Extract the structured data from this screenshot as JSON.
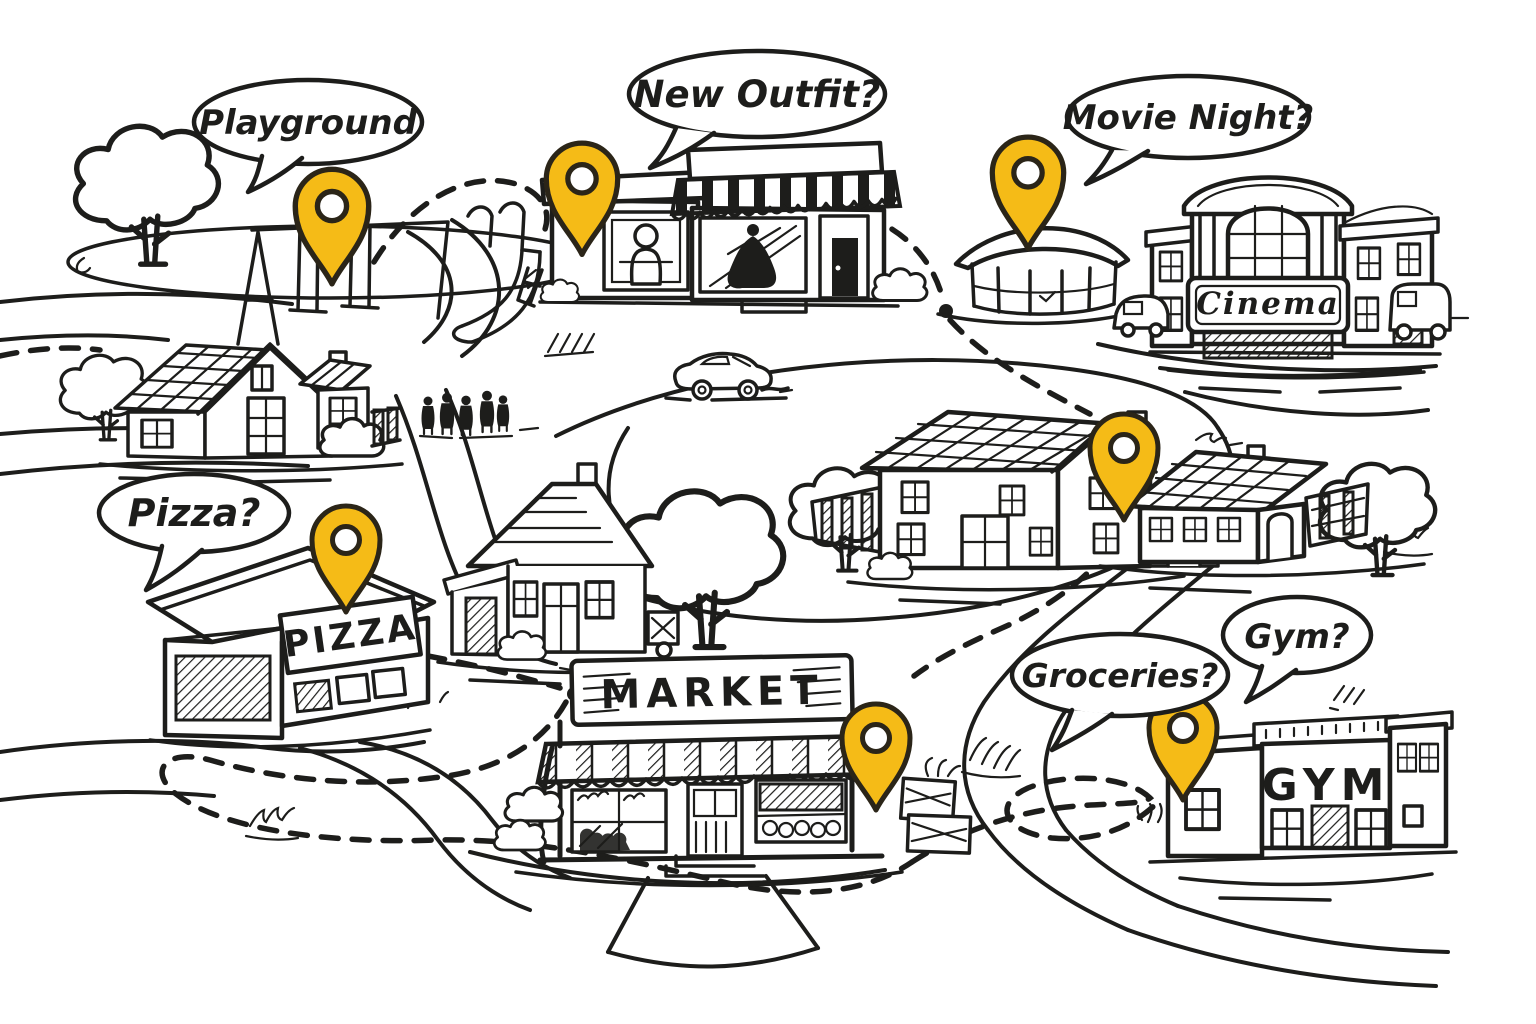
{
  "illustration": {
    "title": "Hand-drawn town errands map",
    "bubbles": {
      "playground": "Playground",
      "new_outfit": "New Outfit?",
      "movie_night": "Movie Night?",
      "pizza": "Pizza?",
      "groceries": "Groceries?",
      "gym": "Gym?"
    },
    "signs": {
      "cinema": "Cinema",
      "pizza": "PIZZA",
      "market": "MARKET",
      "gym": "GYM"
    },
    "pins": [
      {
        "id": "playground"
      },
      {
        "id": "clothing-store"
      },
      {
        "id": "movie-pavilion"
      },
      {
        "id": "suburb-house"
      },
      {
        "id": "pizza-restaurant"
      },
      {
        "id": "market"
      },
      {
        "id": "gym"
      }
    ],
    "colors": {
      "pin": "#F5BB17",
      "pin_outline": "#2b2518",
      "ink": "#1d1d1b",
      "paper": "#ffffff"
    }
  }
}
